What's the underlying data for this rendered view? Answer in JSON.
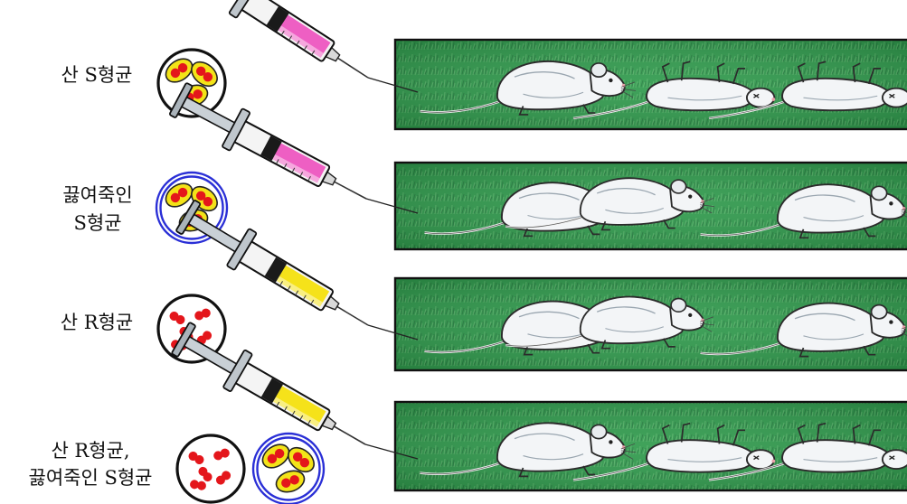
{
  "rows": [
    {
      "label_lines": [
        "산 S형균"
      ],
      "dishes": [
        {
          "bacteria": "S",
          "heated": false
        }
      ],
      "syringe_fluid": "pink",
      "mice": [
        "alive",
        "dead",
        "dead"
      ]
    },
    {
      "label_lines": [
        "끓여죽인",
        "S형균"
      ],
      "dishes": [
        {
          "bacteria": "S",
          "heated": true
        }
      ],
      "syringe_fluid": "pink",
      "mice": [
        "alive",
        "alive",
        "alive"
      ]
    },
    {
      "label_lines": [
        "산 R형균"
      ],
      "dishes": [
        {
          "bacteria": "R",
          "heated": false
        }
      ],
      "syringe_fluid": "yellow",
      "mice": [
        "alive",
        "alive",
        "alive"
      ]
    },
    {
      "label_lines": [
        "산 R형균,",
        "끓여죽인 S형균"
      ],
      "dishes": [
        {
          "bacteria": "R",
          "heated": false
        },
        {
          "bacteria": "S",
          "heated": true
        }
      ],
      "syringe_fluid": "yellow",
      "mice": [
        "alive",
        "dead",
        "dead"
      ]
    }
  ],
  "colors": {
    "pink": "#ee5fc3",
    "yellow": "#f5e21a",
    "grass": "#2f9a4c",
    "grass_light": "#6fc27a",
    "grass_dark": "#1d6a36",
    "capsule": "#f3e318",
    "bacteria": "#e4161b",
    "heated_ring": "#2a2fd6"
  }
}
